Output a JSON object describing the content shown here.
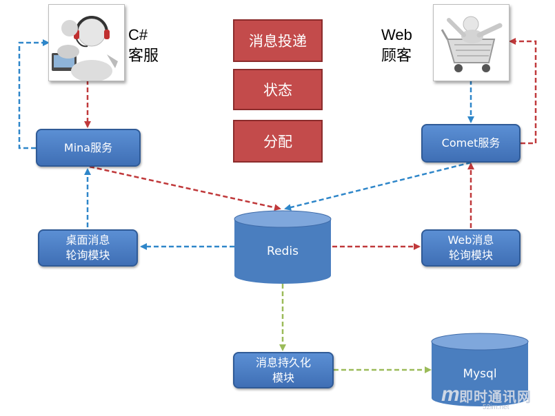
{
  "colors": {
    "blue_arrow": "#2e86c9",
    "red_arrow": "#c0393b",
    "green_arrow": "#9bbb59",
    "box_blue": "#4a7ebf",
    "box_red": "#c34b4b"
  },
  "csharp_client": {
    "label_line1": "C#",
    "label_line2": "客服",
    "icon": "customer-service-agent-icon"
  },
  "web_client": {
    "label_line1": "Web",
    "label_line2": "顾客",
    "icon": "shopping-cart-customer-icon"
  },
  "legend": {
    "item1": "消息投递",
    "item2": "状态",
    "item3": "分配"
  },
  "nodes": {
    "mina": "Mina服务",
    "comet": "Comet服务",
    "desktop_poll_line1": "桌面消息",
    "desktop_poll_line2": "轮询模块",
    "web_poll_line1": "Web消息",
    "web_poll_line2": "轮询模块",
    "redis": "Redis",
    "persist_line1": "消息持久化",
    "persist_line2": "模块",
    "mysql": "Mysql"
  },
  "watermark": {
    "logo": "m",
    "text": "即时通讯网",
    "url": "52im.net"
  }
}
